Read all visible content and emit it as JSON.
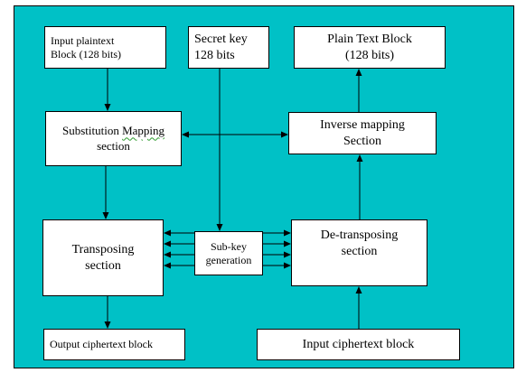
{
  "diagram": {
    "input_plaintext": [
      "Input plaintext",
      "Block (128 bits)"
    ],
    "secret_key": [
      "Secret key",
      "128 bits"
    ],
    "plain_text_block": [
      "Plain Text Block",
      "(128 bits)"
    ],
    "substitution": {
      "word1": "Substitution",
      "word2": "Mapping",
      "line2": "section"
    },
    "inverse_mapping": [
      "Inverse mapping",
      "Section"
    ],
    "transposing": [
      "Transposing",
      "section"
    ],
    "subkey": [
      "Sub-key",
      "generation"
    ],
    "detransposing": [
      "De-transposing",
      "section"
    ],
    "output_ciphertext": "Output ciphertext block",
    "input_ciphertext": "Input ciphertext block"
  },
  "colors": {
    "background": "#00c1c6",
    "box": "#ffffff",
    "line": "#000000"
  }
}
